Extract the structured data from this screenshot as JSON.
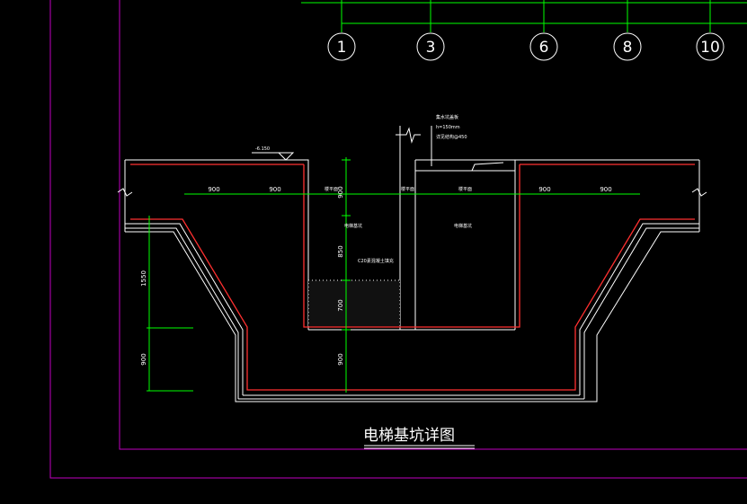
{
  "drawing": {
    "title": "电梯基坑详图",
    "elevation": "-6.150",
    "grid_axes": [
      "1",
      "3",
      "6",
      "8",
      "10"
    ],
    "dims": {
      "left_a": "900",
      "left_b": "900",
      "right_a": "900",
      "right_b": "900",
      "center_top": "900",
      "center_mid": "850",
      "center_low": "700",
      "center_bottom": "900",
      "left_upper": "1550",
      "left_lower": "900"
    },
    "notes": {
      "top_1": "集水坑盖板",
      "top_2": "h=150mm",
      "top_3": "详见结构@450",
      "floor_left": "楼平面",
      "floor_mid": "楼平面",
      "floor_right": "楼平面",
      "pit_left": "电梯基坑",
      "pit_right": "电梯基坑",
      "concrete": "C20素混凝土填充"
    },
    "colors": {
      "frame": "#c000c0",
      "green": "#00ff00",
      "rebar": "#ff3030",
      "line": "#ffffff",
      "background": "#000000"
    }
  }
}
